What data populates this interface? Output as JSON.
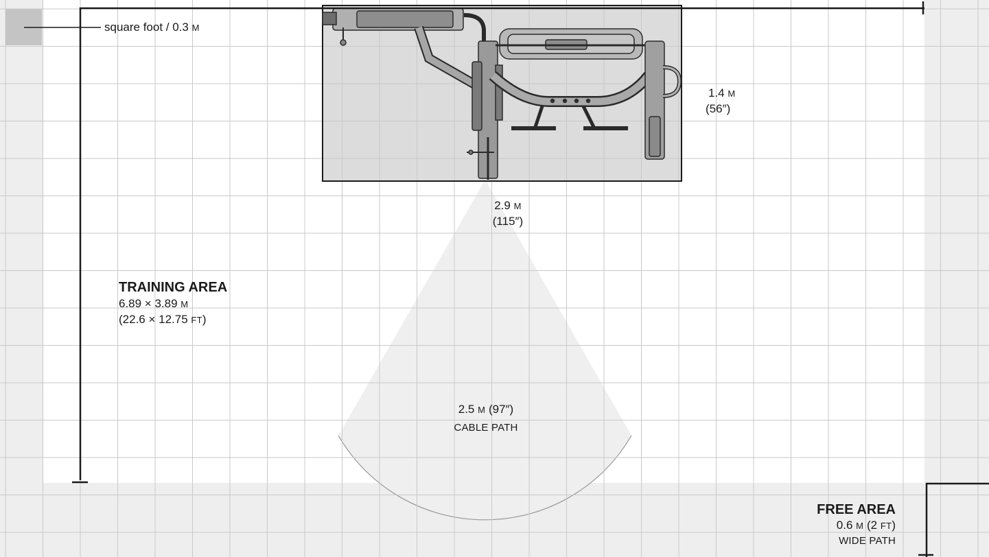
{
  "legend": {
    "text": "square foot / 0.3 ",
    "unit": "M"
  },
  "training_area": {
    "title": "TRAINING AREA",
    "line1_value": "6.89 × 3.89 ",
    "line1_unit": "M",
    "line2_open": "(22.6 × 12.75 ",
    "line2_unit": "FT",
    "line2_close": ")"
  },
  "machine_depth": {
    "value": "1.4 ",
    "unit": "M",
    "imperial": "(56″)"
  },
  "machine_width": {
    "value": "2.9 ",
    "unit": "M",
    "imperial": "(115″)"
  },
  "cable_path": {
    "value": "2.5 ",
    "unit": "M",
    "imperial": " (97″)",
    "label": "CABLE PATH"
  },
  "free_area": {
    "title": "FREE AREA",
    "value": "0.6 ",
    "unit": "M",
    "imperial_open": " (2 ",
    "imperial_unit": "FT",
    "imperial_close": ")",
    "label": "WIDE PATH"
  },
  "colors": {
    "grid_line": "#c9c9c9",
    "free_area_fill": "#eeeeee",
    "machine_footprint_fill": "#dcdcdc",
    "cable_path_fill": "#efefef",
    "boundary_line": "#1a1a1a",
    "legend_swatch": "#c4c4c4"
  }
}
